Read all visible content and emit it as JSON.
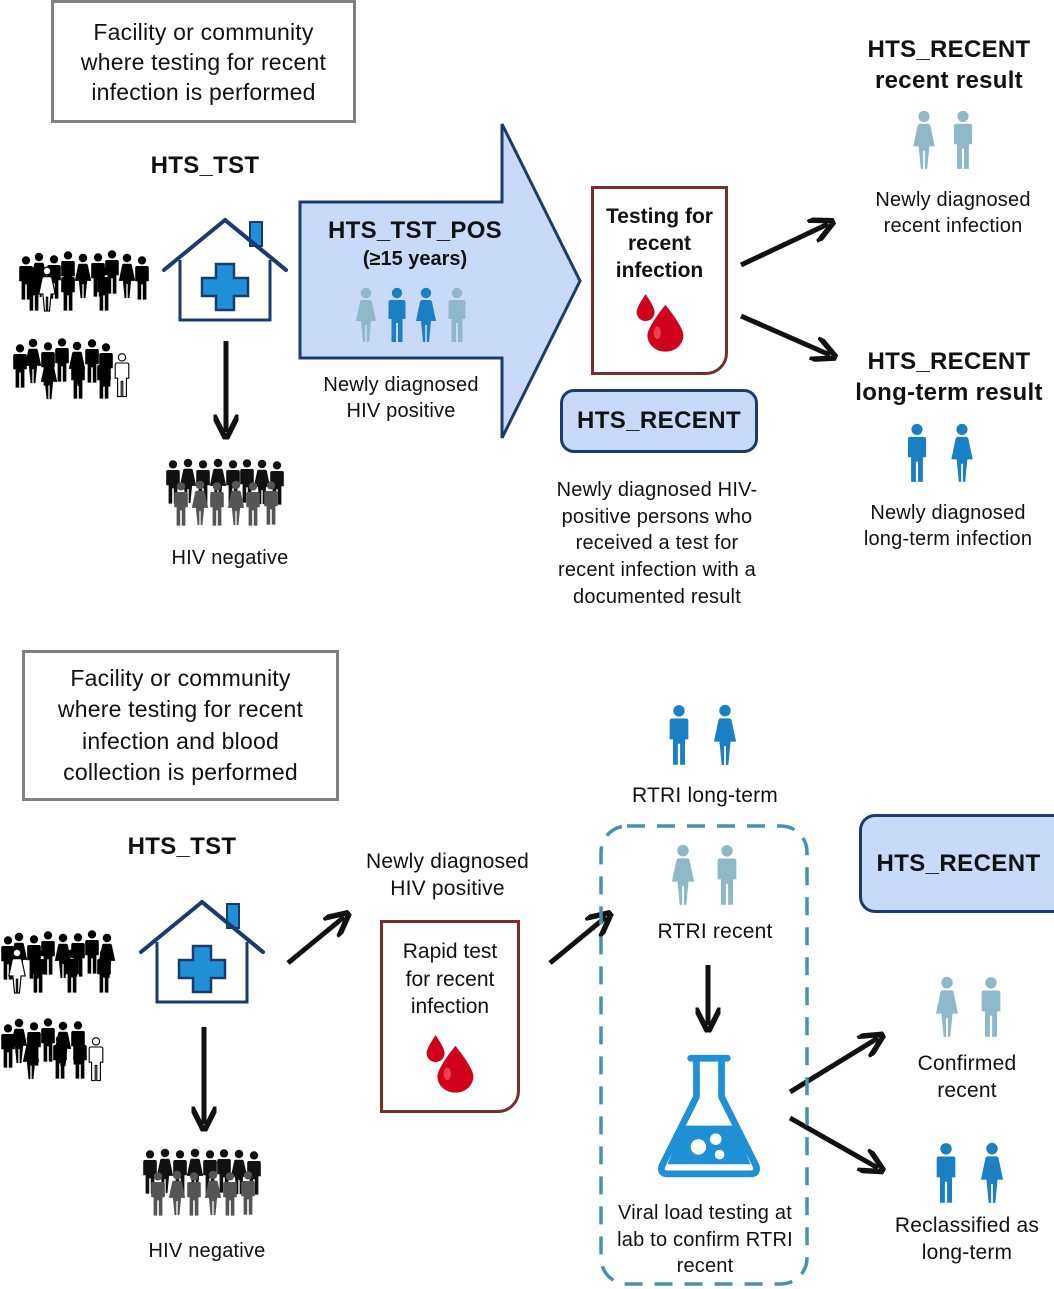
{
  "top": {
    "setting_box": "Facility or community where testing for recent infection is performed",
    "hts_tst_label": "HTS_TST",
    "big_arrow_title": "HTS_TST_POS",
    "big_arrow_subtitle": "(≥15 years)",
    "newly_diagnosed_label": "Newly diagnosed HIV positive",
    "hiv_negative_label": "HIV negative",
    "testing_box": "Testing for recent infection",
    "hts_recent_box": "HTS_RECENT",
    "hts_recent_description": "Newly diagnosed HIV-positive persons who received a test for recent infection with a documented result",
    "recent_result_title_1": "HTS_RECENT",
    "recent_result_title_2": "recent result",
    "recent_result_desc": "Newly diagnosed recent infection",
    "longterm_result_title_1": "HTS_RECENT",
    "longterm_result_title_2": "long-term result",
    "longterm_result_desc": "Newly diagnosed long-term infection"
  },
  "bottom": {
    "setting_box": "Facility or community where testing for recent infection and blood collection is performed",
    "hts_tst_label": "HTS_TST",
    "newly_diagnosed_label": "Newly diagnosed HIV positive",
    "hiv_negative_label": "HIV negative",
    "rapid_test_box": "Rapid test for recent infection",
    "rtri_longterm_label": "RTRI long-term",
    "rtri_recent_label": "RTRI recent",
    "viral_load_label": "Viral load testing at lab to confirm RTRI recent",
    "hts_recent_box": "HTS_RECENT",
    "confirmed_recent_label": "Confirmed recent",
    "reclassified_label": "Reclassified as long-term"
  },
  "colors": {
    "light_blue_fill": "#c9daf8",
    "navy_border": "#1d3a6e",
    "dark_red_border": "#7b2d2b",
    "blood_red": "#d0021b",
    "person_pale_teal": "#8fb8c8",
    "person_blue": "#1b7fc4",
    "house_outline": "#1d3a6e",
    "house_cross": "#1f8fd6",
    "dashed_border": "#4a8fb0"
  }
}
